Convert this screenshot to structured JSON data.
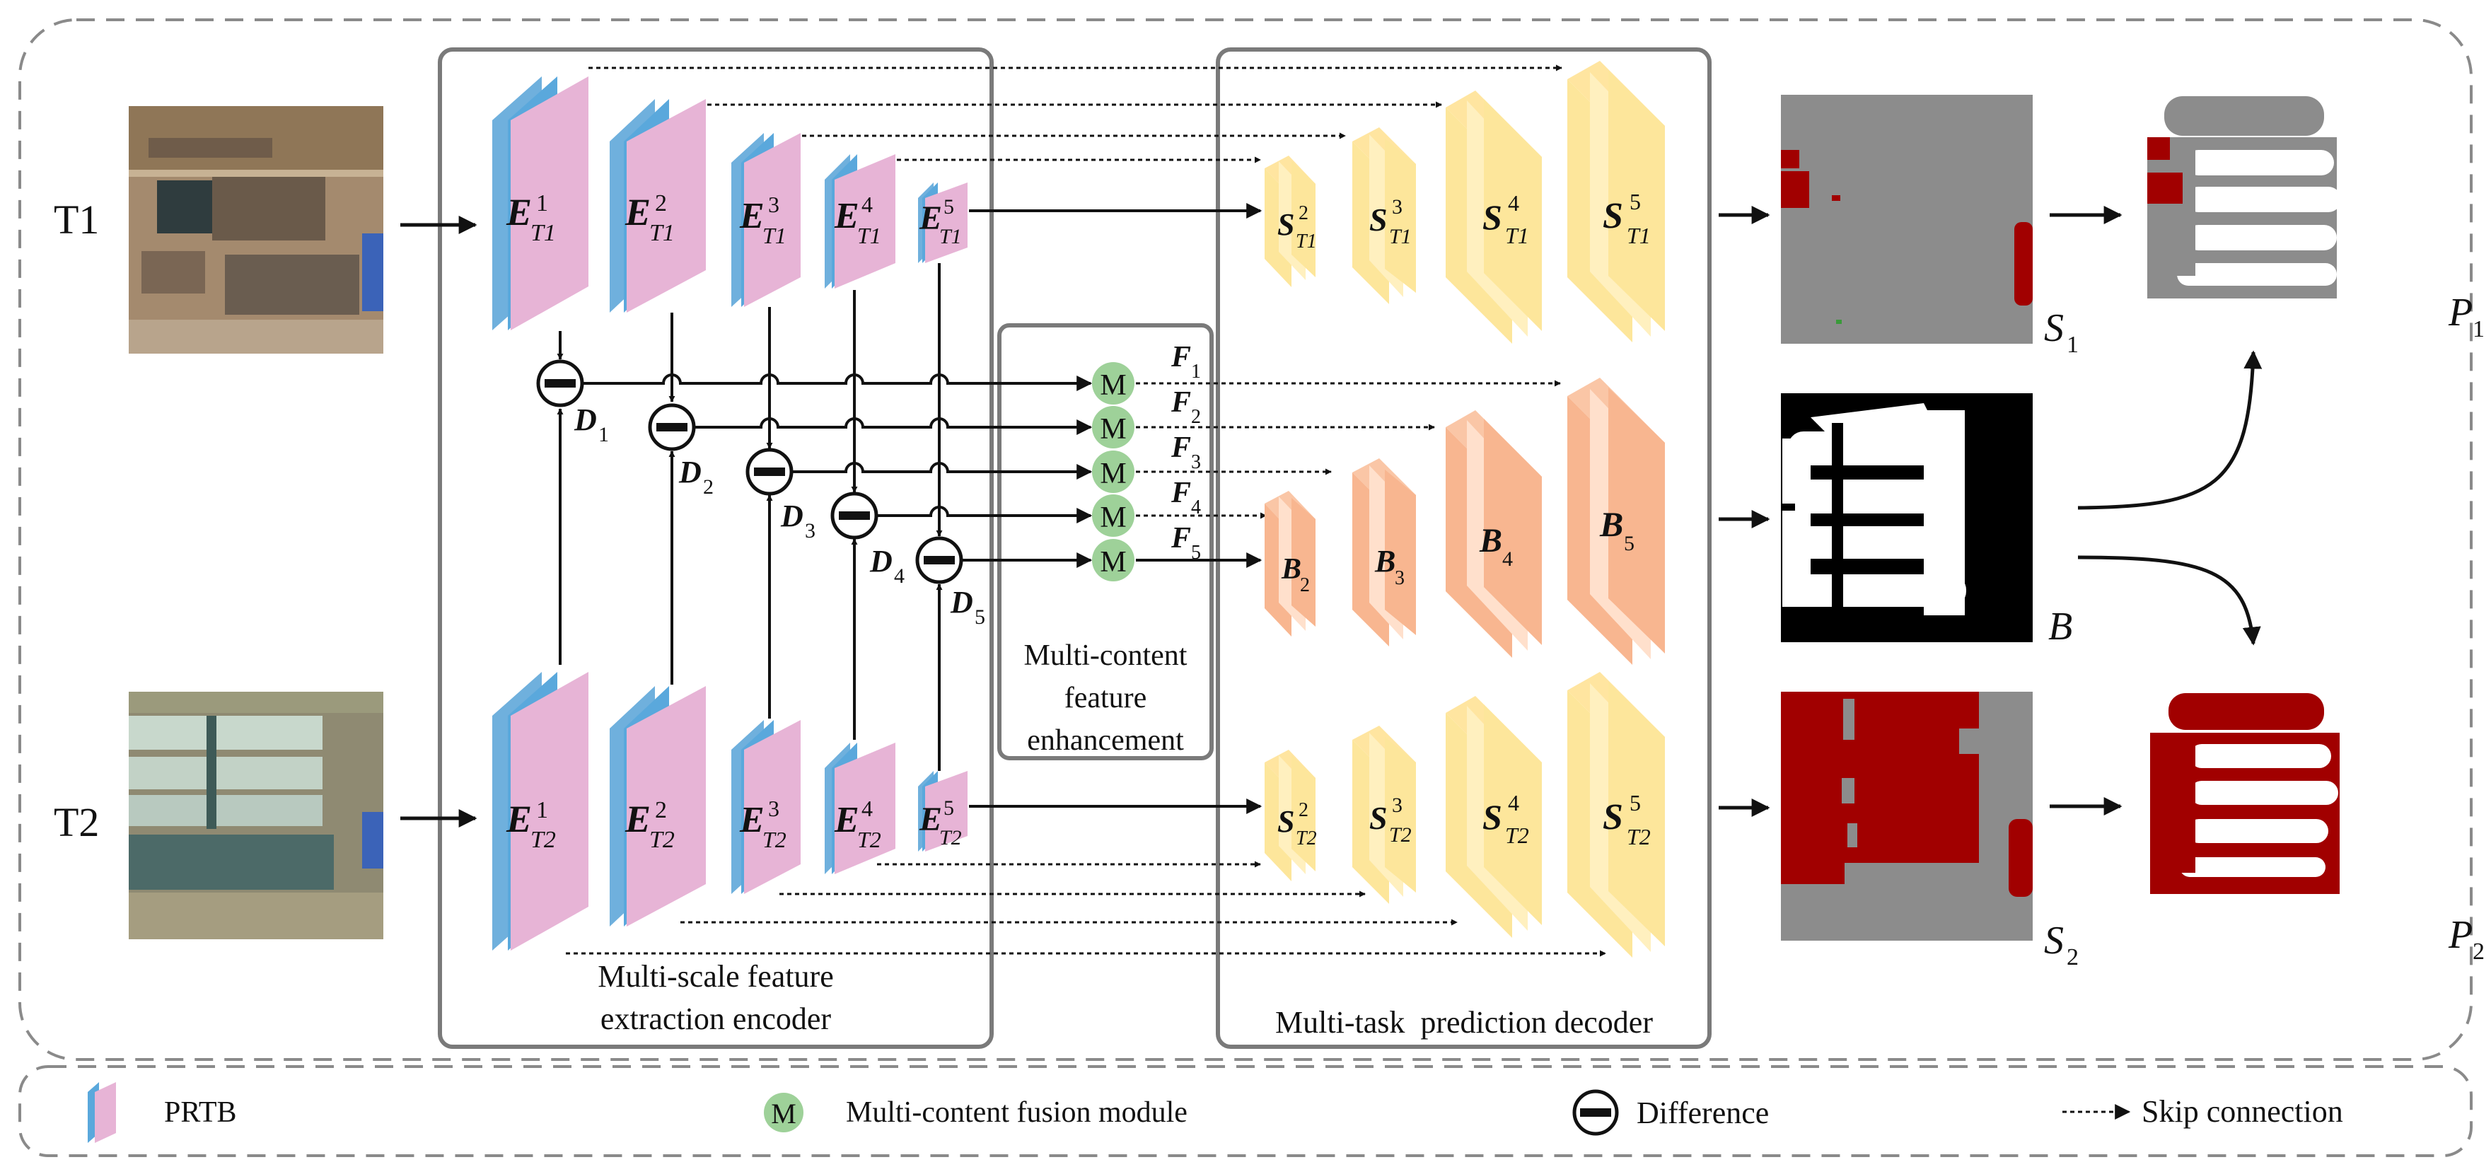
{
  "colors": {
    "pink": "#e7b4d6",
    "blue": "#5aa8dc",
    "yellow": "#fde69b",
    "peach": "#f8b690",
    "green": "#9ed199",
    "gray_frame": "#7a7a7a",
    "mask_gray": "#8c8c8c",
    "mask_red": "#a10000"
  },
  "inputs": {
    "t1": "T1",
    "t2": "T2"
  },
  "encoder": {
    "title_line1": "Multi-scale feature",
    "title_line2": "extraction encoder",
    "t1_sub": "T1",
    "t2_sub": "T2",
    "blocks": [
      {
        "base": "E",
        "sup": "1"
      },
      {
        "base": "E",
        "sup": "2"
      },
      {
        "base": "E",
        "sup": "3"
      },
      {
        "base": "E",
        "sup": "4"
      },
      {
        "base": "E",
        "sup": "5"
      }
    ]
  },
  "difference": {
    "labels": [
      {
        "base": "D",
        "sub": "1"
      },
      {
        "base": "D",
        "sub": "2"
      },
      {
        "base": "D",
        "sub": "3"
      },
      {
        "base": "D",
        "sub": "4"
      },
      {
        "base": "D",
        "sub": "5"
      }
    ]
  },
  "enhancement": {
    "title_line1": "Multi-content",
    "title_line2": "feature",
    "title_line3": "enhancement",
    "module_letter": "M",
    "features": [
      {
        "base": "F",
        "sub": "1"
      },
      {
        "base": "F",
        "sub": "2"
      },
      {
        "base": "F",
        "sub": "3"
      },
      {
        "base": "F",
        "sub": "4"
      },
      {
        "base": "F",
        "sub": "5"
      }
    ]
  },
  "decoder": {
    "title": "Multi-task  prediction decoder",
    "s_t1": [
      {
        "base": "S",
        "sup": "2",
        "sub": "T1"
      },
      {
        "base": "S",
        "sup": "3",
        "sub": "T1"
      },
      {
        "base": "S",
        "sup": "4",
        "sub": "T1"
      },
      {
        "base": "S",
        "sup": "5",
        "sub": "T1"
      }
    ],
    "b": [
      {
        "base": "B",
        "sub": "2"
      },
      {
        "base": "B",
        "sub": "3"
      },
      {
        "base": "B",
        "sub": "4"
      },
      {
        "base": "B",
        "sub": "5"
      }
    ],
    "s_t2": [
      {
        "base": "S",
        "sup": "2",
        "sub": "T2"
      },
      {
        "base": "S",
        "sup": "3",
        "sub": "T2"
      },
      {
        "base": "S",
        "sup": "4",
        "sub": "T2"
      },
      {
        "base": "S",
        "sup": "5",
        "sub": "T2"
      }
    ]
  },
  "outputs": {
    "s1": {
      "base": "S",
      "sub": "1"
    },
    "s2": {
      "base": "S",
      "sub": "2"
    },
    "b": {
      "base": "B"
    },
    "p1": {
      "base": "P",
      "sub": "1"
    },
    "p2": {
      "base": "P",
      "sub": "2"
    }
  },
  "legend": {
    "prtb": "PRTB",
    "fusion_letter": "M",
    "fusion": "Multi-content fusion module",
    "difference": "Difference",
    "skip": "Skip connection"
  }
}
